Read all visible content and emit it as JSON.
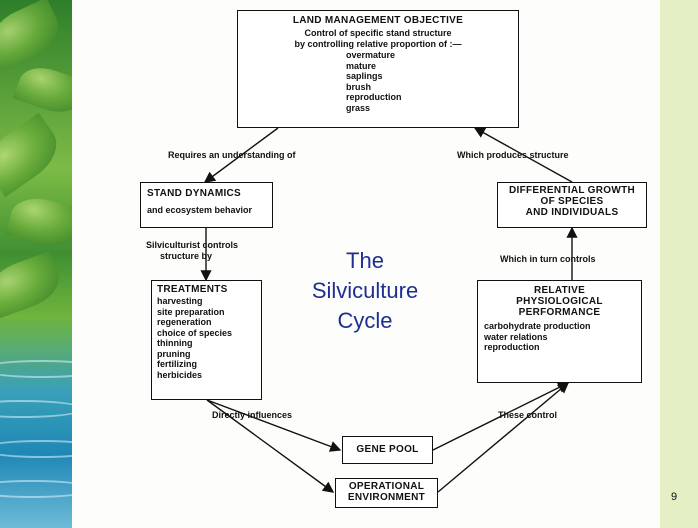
{
  "diagram": {
    "center_title_lines": [
      "The",
      "Silviculture",
      "Cycle"
    ],
    "slide_number": "9",
    "objective": {
      "title": "LAND MANAGEMENT OBJECTIVE",
      "line1": "Control of specific stand structure",
      "line2": "by controlling relative proportion of :—",
      "items": [
        "overmature",
        "mature",
        "saplings",
        "brush",
        "reproduction",
        "grass"
      ]
    },
    "stand_dynamics": {
      "title": "STAND DYNAMICS",
      "subtitle": "and ecosystem behavior"
    },
    "differential_growth": {
      "line1": "DIFFERENTIAL GROWTH",
      "line2": "OF SPECIES",
      "line3": "AND INDIVIDUALS"
    },
    "treatments": {
      "title": "TREATMENTS",
      "items": [
        "harvesting",
        "site preparation",
        "regeneration",
        "choice of species",
        "thinning",
        "pruning",
        "fertilizing",
        "herbicides"
      ]
    },
    "physiological": {
      "line1": "RELATIVE",
      "line2": "PHYSIOLOGICAL",
      "line3": "PERFORMANCE",
      "items": [
        "carbohydrate production",
        "water relations",
        "reproduction"
      ]
    },
    "gene_pool": "GENE POOL",
    "operational": {
      "line1": "OPERATIONAL",
      "line2": "ENVIRONMENT"
    },
    "edge_labels": {
      "requires": "Requires an understanding of",
      "produces": "Which produces structure",
      "controls_line1": "Silviculturist controls",
      "controls_line2": "structure by",
      "in_turn": "Which in turn controls",
      "directly": "Directly influences",
      "these_control": "These control"
    }
  }
}
